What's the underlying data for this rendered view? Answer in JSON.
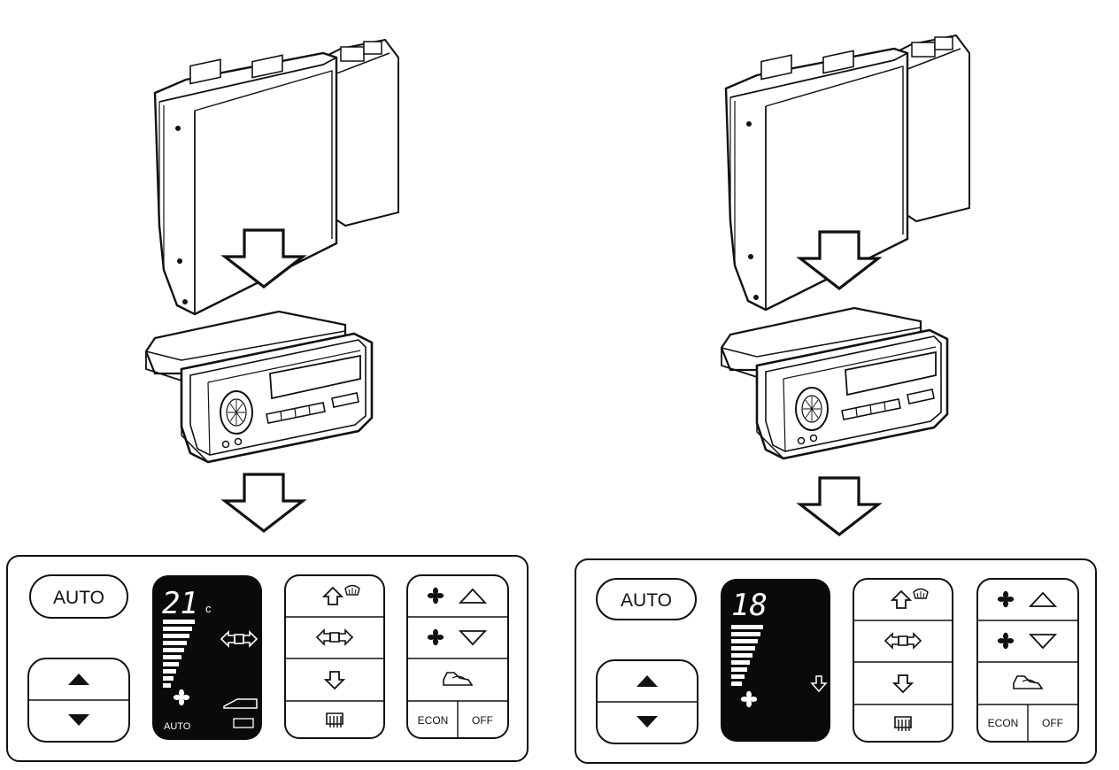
{
  "panels": [
    {
      "auto_button": "AUTO",
      "display": {
        "temperature": "21",
        "unit": "c",
        "mode_label": "AUTO",
        "fan_level_bars": 10,
        "vent_mode": "bi-level"
      },
      "econ_button": "ECON",
      "off_button": "OFF"
    },
    {
      "auto_button": "AUTO",
      "display": {
        "temperature": "18",
        "unit": "",
        "mode_label": "",
        "fan_level_bars": 9,
        "vent_mode": "floor"
      },
      "econ_button": "ECON",
      "off_button": "OFF"
    }
  ],
  "icons": [
    "ecu-module-icon",
    "down-arrow-icon",
    "climate-control-head-unit-icon",
    "fan-icon",
    "defrost-icon",
    "recirculation-icon",
    "rear-defrost-icon"
  ]
}
